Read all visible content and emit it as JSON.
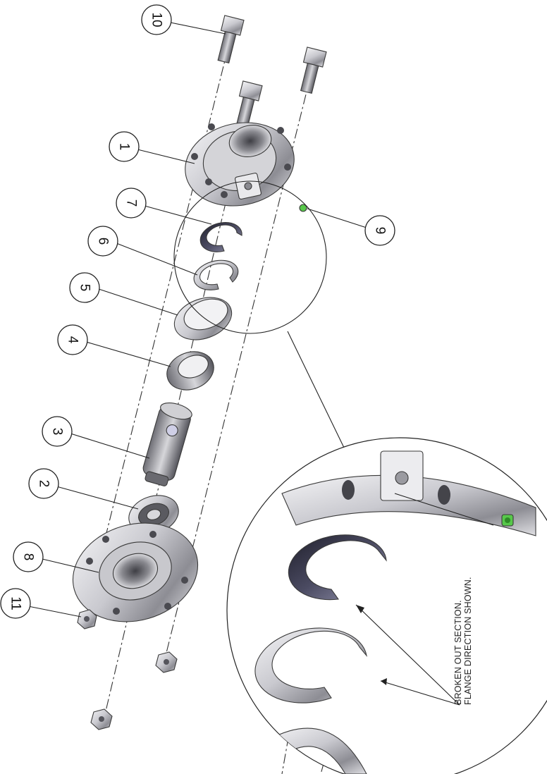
{
  "callouts": [
    {
      "label": "1"
    },
    {
      "label": "2"
    },
    {
      "label": "3"
    },
    {
      "label": "4"
    },
    {
      "label": "5"
    },
    {
      "label": "6"
    },
    {
      "label": "7"
    },
    {
      "label": "8"
    },
    {
      "label": "9"
    },
    {
      "label": "10"
    },
    {
      "label": "11"
    }
  ],
  "detail_note": {
    "line1": "BROKEN OUT SECTION.",
    "line2": "FLANGE DIRECTION SHOWN."
  },
  "colors": {
    "metal_light": "#e4e4e6",
    "metal_mid": "#a9a9ae",
    "metal_dark": "#55555c",
    "seal_dark": "#2b2b3a",
    "grease_fitting": "#57c84a"
  },
  "icons": [
    "hex-bolt-icon",
    "hex-nut-icon",
    "grease-fitting-icon"
  ]
}
